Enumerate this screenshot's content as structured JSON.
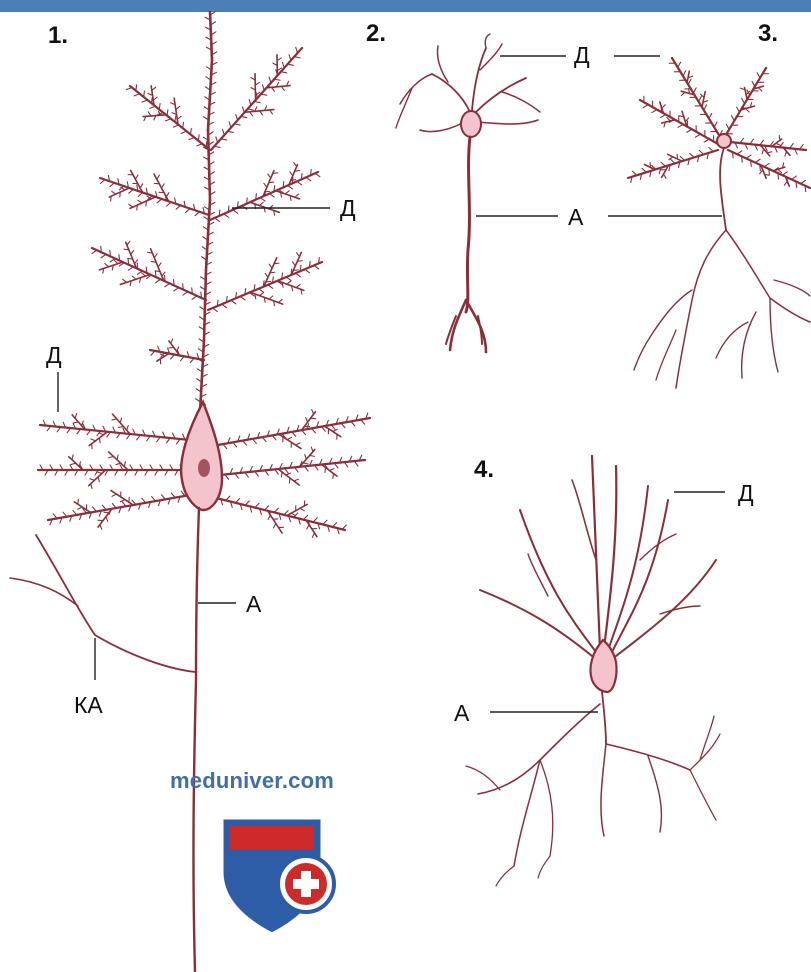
{
  "figure_numbers": [
    "1.",
    "2.",
    "3.",
    "4."
  ],
  "labels": {
    "n1_dendrite_right": "Д",
    "n1_dendrite_left": "Д",
    "n1_axon": "А",
    "n1_collateral": "КА",
    "n2_dendrite": "Д",
    "n2_n3_axon": "А",
    "n4_dendrite": "Д",
    "n4_axon": "А"
  },
  "watermark": {
    "text": "meduniver.com"
  },
  "colors": {
    "neuron": "#8b2e3a",
    "soma_fill": "#f3c4cc",
    "leader": "#222222",
    "header_bar": "#4d7fb7",
    "shield_blue": "#2e5da8",
    "shield_red": "#cf2a2a"
  }
}
